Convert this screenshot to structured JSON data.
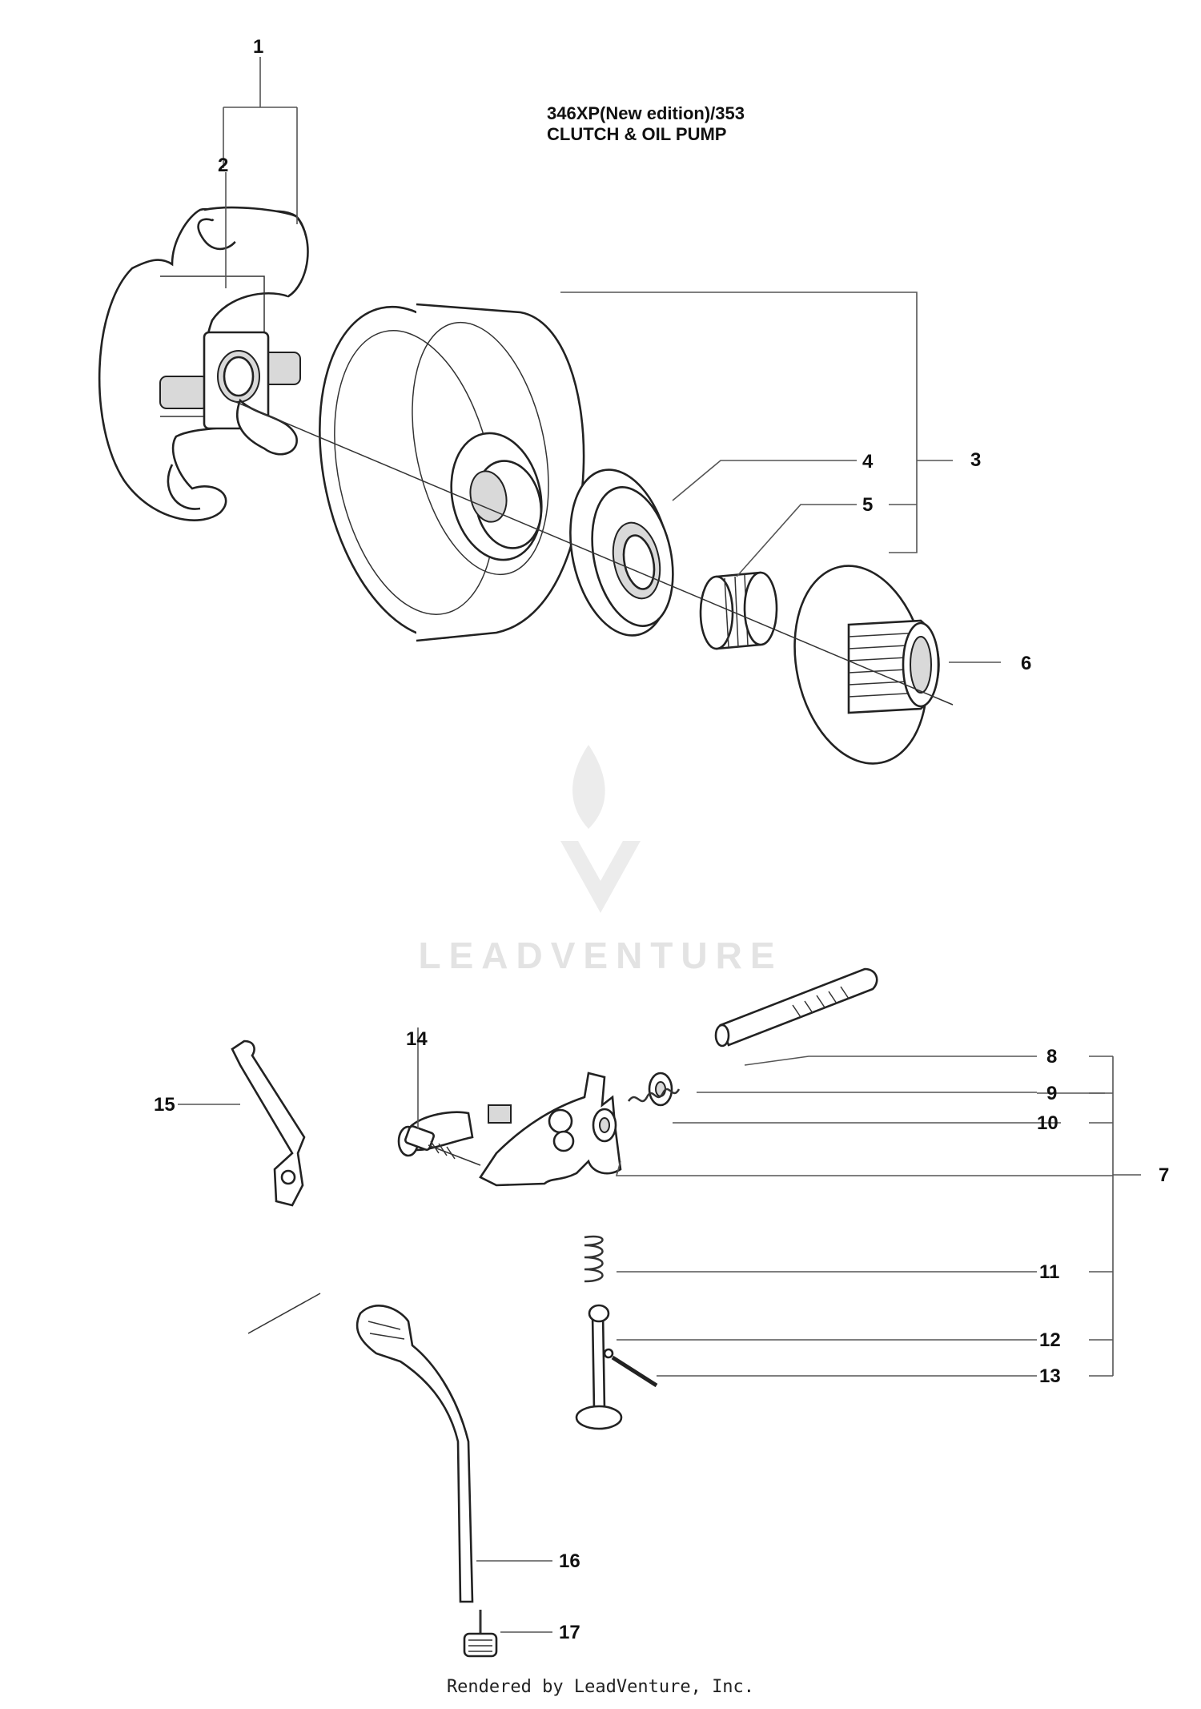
{
  "title": {
    "line1": "346XP(New edition)/353",
    "line2": "CLUTCH & OIL PUMP"
  },
  "watermark": {
    "text": "LEADVENTURE"
  },
  "footer": {
    "text": "Rendered by LeadVenture, Inc."
  },
  "callouts": [
    "1",
    "2",
    "3",
    "4",
    "5",
    "6",
    "7",
    "8",
    "9",
    "10",
    "11",
    "12",
    "13",
    "14",
    "15",
    "16",
    "17"
  ]
}
